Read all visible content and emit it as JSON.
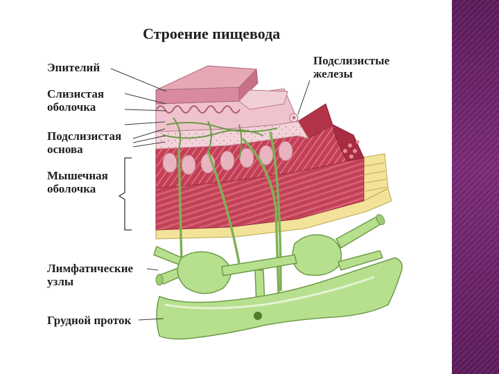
{
  "title": "Строение пищевода",
  "labels": {
    "epithelium": "Эпителий",
    "mucosa_1": "Слизистая",
    "mucosa_2": "оболочка",
    "submucosa_1": "Подслизистая",
    "submucosa_2": "основа",
    "muscular_1": "Мышечная",
    "muscular_2": "оболочка",
    "lymph_nodes_1": "Лимфатические",
    "lymph_nodes_2": "узлы",
    "thoracic_duct": "Грудной проток",
    "glands_1": "Подслизистые",
    "glands_2": "железы"
  },
  "colors": {
    "accent_panel": "#6b2468",
    "epithelium": "#e8a9b7",
    "submucosa": "#f2d3da",
    "muscle": "#c9475c",
    "adventitia": "#f3e39a",
    "lymph": "#b7e08e"
  }
}
